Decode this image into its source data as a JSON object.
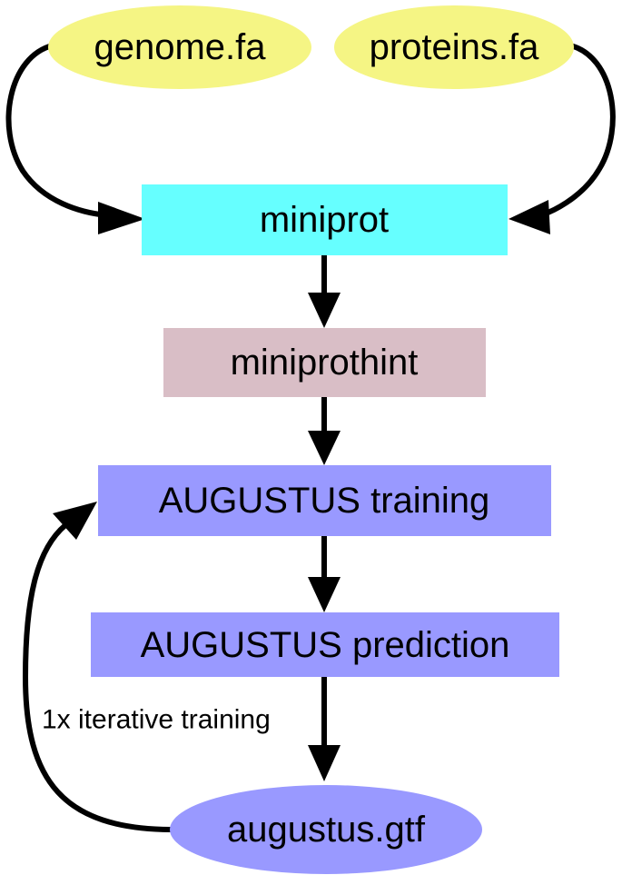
{
  "nodes": {
    "genome": {
      "label": "genome.fa",
      "shape": "ellipse",
      "color": "#f5f584"
    },
    "proteins": {
      "label": "proteins.fa",
      "shape": "ellipse",
      "color": "#f5f584"
    },
    "miniprot": {
      "label": "miniprot",
      "shape": "rectangle",
      "color": "#66ffff"
    },
    "miniprothint": {
      "label": "miniprothint",
      "shape": "rectangle",
      "color": "#d9bec6"
    },
    "augustus_training": {
      "label": "AUGUSTUS training",
      "shape": "rectangle",
      "color": "#9999ff"
    },
    "augustus_prediction": {
      "label": "AUGUSTUS prediction",
      "shape": "rectangle",
      "color": "#9999ff"
    },
    "augustus_gtf": {
      "label": "augustus.gtf",
      "shape": "ellipse",
      "color": "#9999ff"
    }
  },
  "edges": [
    {
      "from": "genome",
      "to": "miniprot",
      "label": ""
    },
    {
      "from": "proteins",
      "to": "miniprot",
      "label": ""
    },
    {
      "from": "miniprot",
      "to": "miniprothint",
      "label": ""
    },
    {
      "from": "miniprothint",
      "to": "augustus_training",
      "label": ""
    },
    {
      "from": "augustus_training",
      "to": "augustus_prediction",
      "label": ""
    },
    {
      "from": "augustus_prediction",
      "to": "augustus_gtf",
      "label": ""
    },
    {
      "from": "augustus_gtf",
      "to": "augustus_training",
      "label": "1x iterative training"
    }
  ],
  "colors": {
    "edge": "#000000",
    "text": "#000000",
    "background": "#ffffff"
  }
}
